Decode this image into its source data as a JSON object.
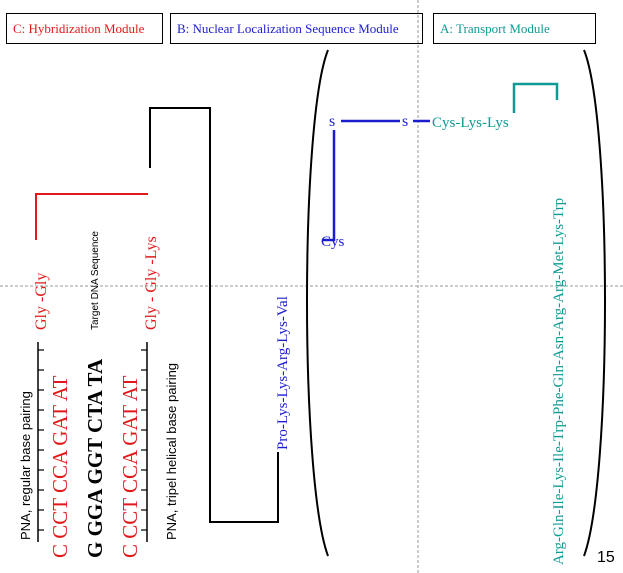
{
  "modules": {
    "c_label": "C: Hybridization Module",
    "b_label": "B: Nuclear Localization Sequence Module",
    "a_label": "A: Transport Module"
  },
  "hybridization": {
    "strand1_seq": "C CCT CCA GAT AT",
    "strand2_seq": "G GGA GGT CTA TA",
    "strand3_seq": "C CCT CCA GAT AT",
    "strand1_gly": "Gly -Gly",
    "strand3_gly": "Gly - Gly -Lys",
    "target_label": "Target DNA Sequence",
    "pna_regular_label": "PNA, regular base pairing",
    "pna_triple_label": "PNA, tripel helical base pairing"
  },
  "nls": {
    "sequence": "Pro-Lys-Lys-Arg-Lys-Val",
    "cys": "Cys",
    "s_left": "s",
    "s_right": "s"
  },
  "transport": {
    "cys_lys_lys": "Cys-Lys-Lys",
    "sequence": "Arg-Gln-Ile-Lys-Ile-Trp-Phe-Gln-Asn-Arg-Arg-Met-Lys-Trp"
  },
  "page_number": "15",
  "colors": {
    "red": "#e01a1a",
    "blue": "#1c1ccf",
    "teal": "#0f9a94",
    "black": "#000000"
  }
}
